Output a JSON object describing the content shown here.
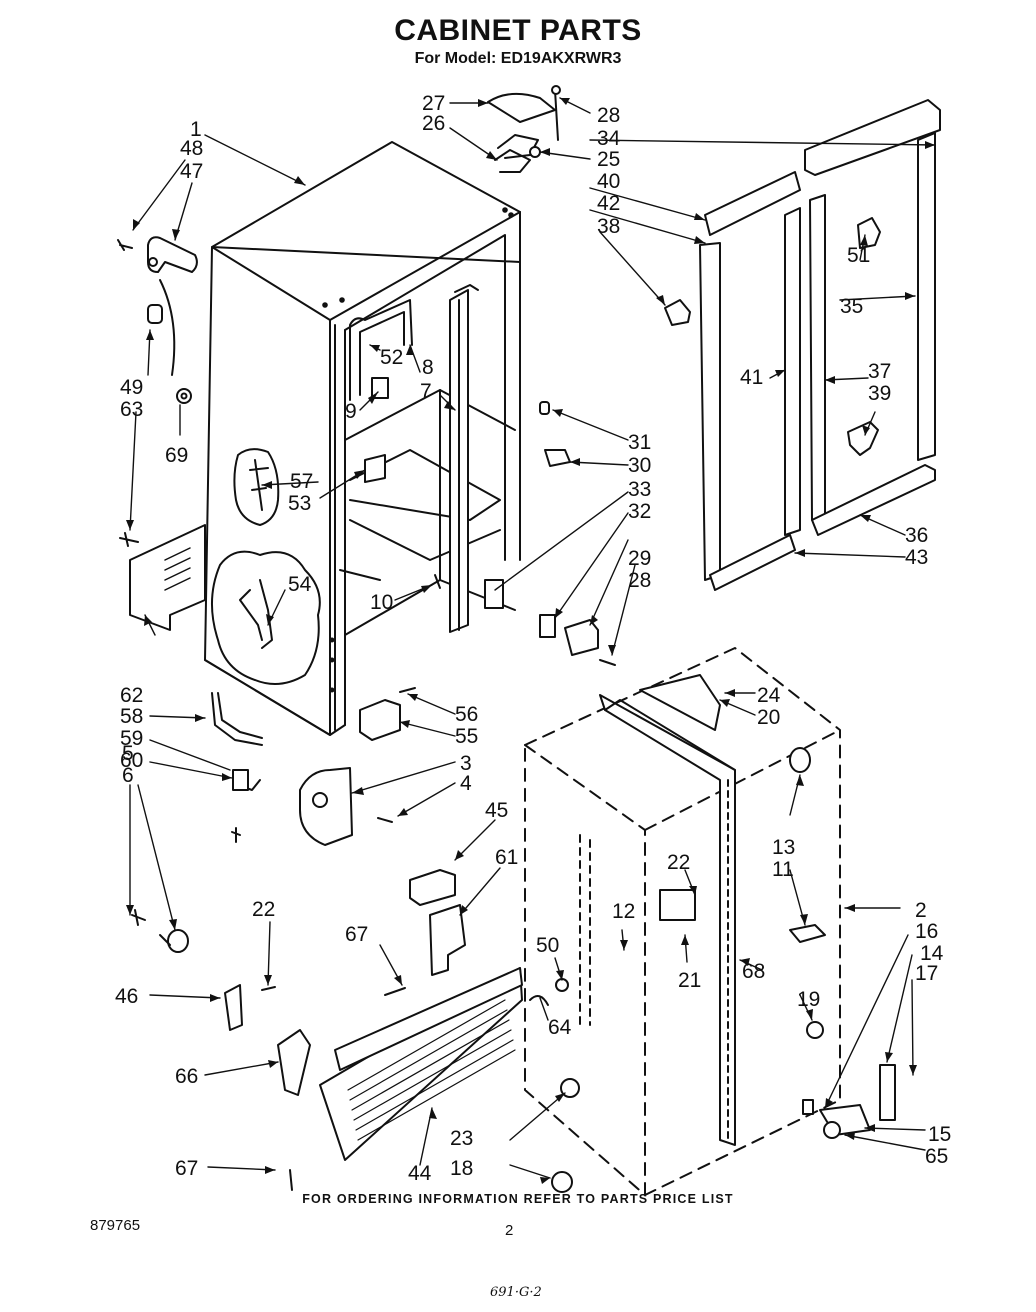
{
  "header": {
    "title": "CABINET PARTS",
    "subtitle": "For Model: ED19AKXRWR3"
  },
  "footer": {
    "ordering_note": "FOR ORDERING INFORMATION REFER TO PARTS PRICE LIST",
    "document_number": "879765",
    "page_number": "2",
    "handwritten_note": "691·G·2"
  },
  "part_labels": [
    "1",
    "2",
    "3",
    "4",
    "5",
    "6",
    "7",
    "8",
    "9",
    "10",
    "11",
    "12",
    "13",
    "14",
    "15",
    "16",
    "17",
    "18",
    "19",
    "20",
    "21",
    "22",
    "22",
    "23",
    "24",
    "25",
    "26",
    "27",
    "28",
    "28",
    "29",
    "30",
    "31",
    "32",
    "33",
    "34",
    "35",
    "36",
    "37",
    "38",
    "39",
    "40",
    "41",
    "42",
    "43",
    "44",
    "45",
    "46",
    "47",
    "48",
    "49",
    "50",
    "51",
    "52",
    "53",
    "54",
    "55",
    "56",
    "57",
    "58",
    "59",
    "60",
    "61",
    "62",
    "63",
    "64",
    "65",
    "66",
    "67",
    "67",
    "68",
    "69"
  ]
}
